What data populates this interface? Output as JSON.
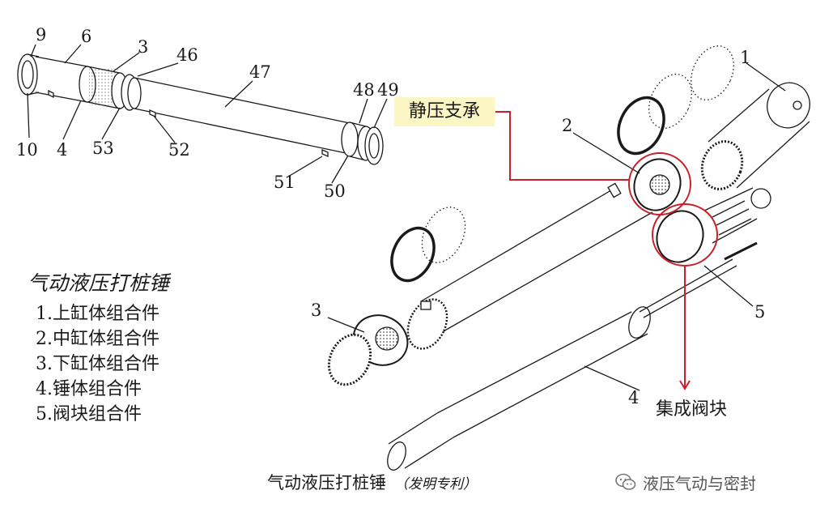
{
  "labels": {
    "n9": "9",
    "n6": "6",
    "n3a": "3",
    "n46": "46",
    "n47": "47",
    "n48": "48",
    "n49": "49",
    "n10": "10",
    "n4a": "4",
    "n53": "53",
    "n52": "52",
    "n51": "51",
    "n50": "50",
    "n1": "1",
    "n2": "2",
    "n3b": "3",
    "n5": "5",
    "n4b": "4"
  },
  "callouts": {
    "static_bearing": "静压支承",
    "valve_block": "集成阀块"
  },
  "legend": {
    "title": "气动液压打桩锤",
    "items": [
      "1.上缸体组合件",
      "2.中缸体组合件",
      "3.下缸体组合件",
      "4.锤体组合件",
      "5.阀块组合件"
    ]
  },
  "caption": {
    "main": "气动液压打桩锤",
    "sub": "（发明专利）"
  },
  "watermark": {
    "text": "液压气动与密封",
    "icon": "wechat-icon"
  },
  "colors": {
    "callout_red": "#c8202a",
    "highlight_bg": "#fbf6c3",
    "line": "#1a1a1a"
  }
}
